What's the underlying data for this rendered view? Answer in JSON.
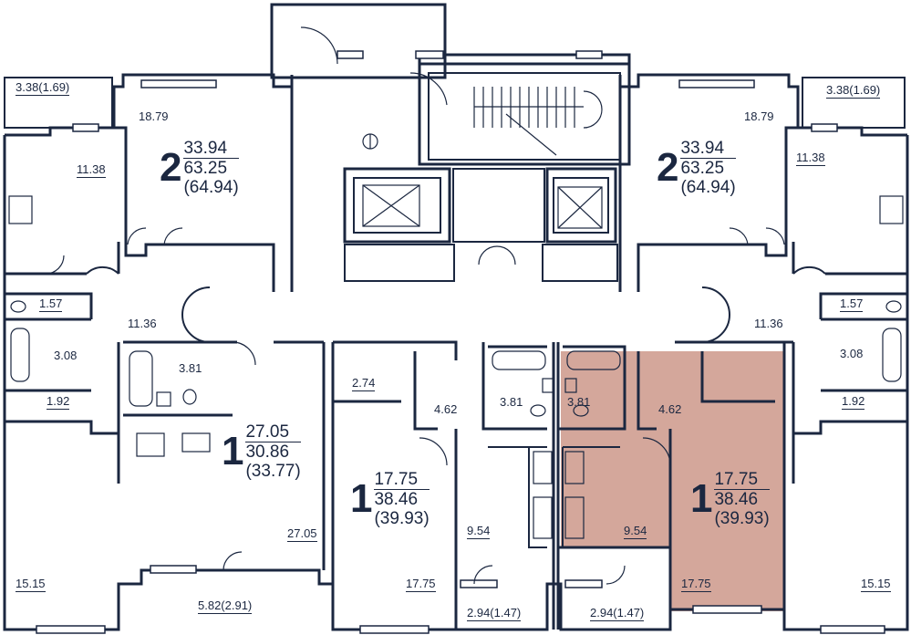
{
  "highlight_color": "#d4a79b",
  "wall_color": "#1b2740",
  "apartments": [
    {
      "rooms": "2",
      "living": "33.94",
      "total": "63.25",
      "full": "(64.94)"
    },
    {
      "rooms": "2",
      "living": "33.94",
      "total": "63.25",
      "full": "(64.94)"
    },
    {
      "rooms": "1",
      "living": "27.05",
      "total": "30.86",
      "full": "(33.77)"
    },
    {
      "rooms": "1",
      "living": "17.75",
      "total": "38.46",
      "full": "(39.93)"
    },
    {
      "rooms": "1",
      "living": "17.75",
      "total": "38.46",
      "full": "(39.93)"
    }
  ],
  "rooms": [
    "3.38(1.69)",
    "3.38(1.69)",
    "18.79",
    "18.79",
    "11.38",
    "11.38",
    "1.57",
    "1.57",
    "11.36",
    "11.36",
    "3.08",
    "3.08",
    "1.92",
    "1.92",
    "3.81",
    "2.74",
    "4.62",
    "4.62",
    "3.81",
    "3.81",
    "27.05",
    "9.54",
    "9.54",
    "15.15",
    "15.15",
    "17.75",
    "17.75",
    "5.82(2.91)",
    "2.94(1.47)",
    "2.94(1.47)"
  ]
}
